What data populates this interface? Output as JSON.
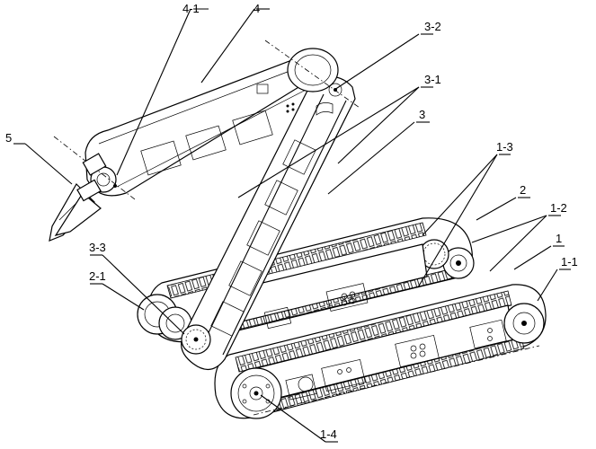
{
  "labels": {
    "l4_1": "4-1",
    "l4": "4",
    "l3_2": "3-2",
    "l3_1": "3-1",
    "l3": "3",
    "l5": "5",
    "l1_3": "1-3",
    "l2": "2",
    "l1_2": "1-2",
    "l1": "1",
    "l1_1": "1-1",
    "l3_3": "3-3",
    "l2_1": "2-1",
    "l1_4": "1-4"
  }
}
